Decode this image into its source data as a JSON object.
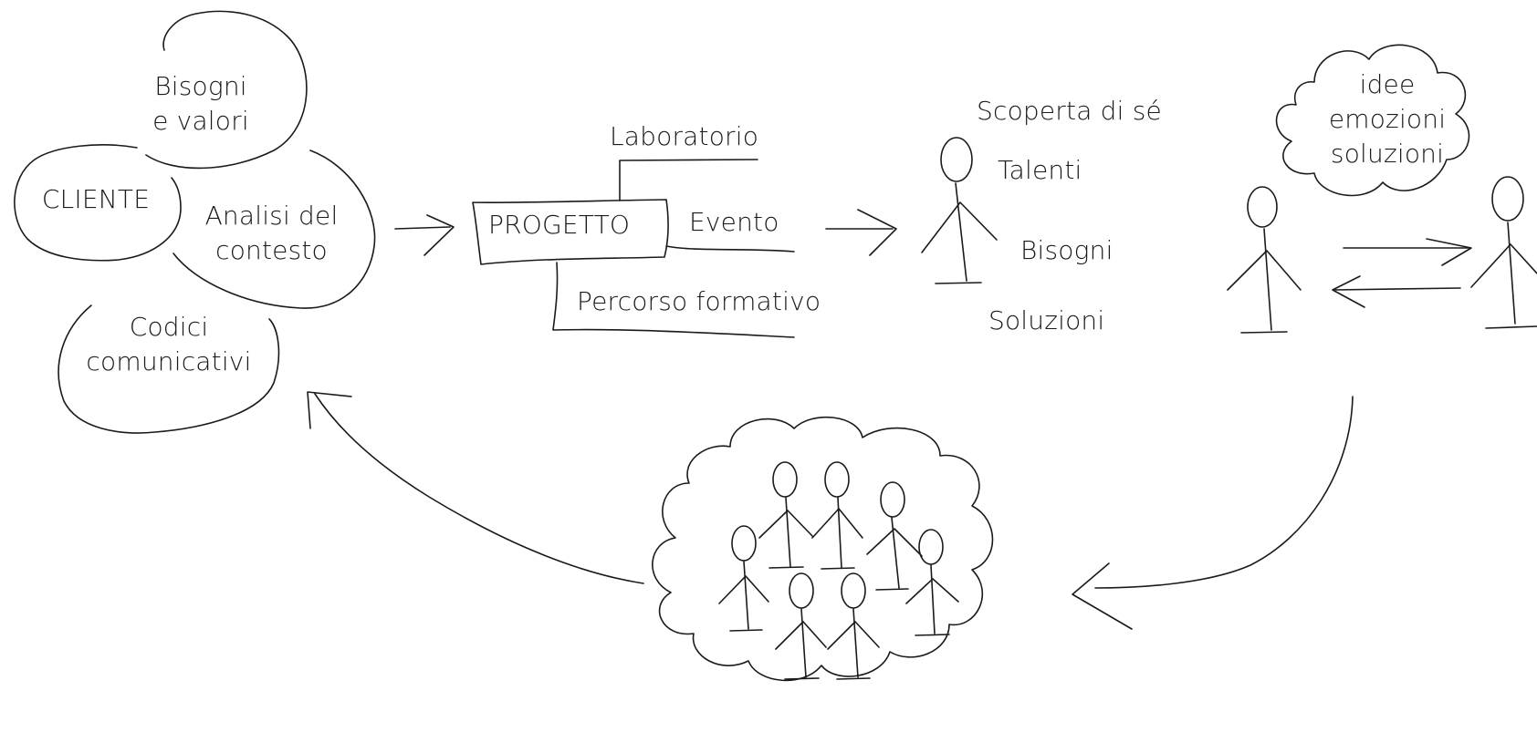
{
  "client_cluster": {
    "bisogni_valori": [
      "Bisogni",
      "e valori"
    ],
    "cliente": "CLIENTE",
    "analisi": [
      "Analisi del",
      "contesto"
    ],
    "codici": [
      "Codici",
      "comunicativi"
    ]
  },
  "project": {
    "title": "PROGETTO",
    "branches": {
      "laboratorio": "Laboratorio",
      "evento": "Evento",
      "percorso": "Percorso formativo"
    }
  },
  "person_outcomes": {
    "scoperta": "Scoperta di sé",
    "talenti": "Talenti",
    "bisogni": "Bisogni",
    "soluzioni": "Soluzioni"
  },
  "exchange_cloud": [
    "idee",
    "emozioni",
    "soluzioni"
  ],
  "style": {
    "ink": "#1a1a1a",
    "background": "#ffffff"
  }
}
